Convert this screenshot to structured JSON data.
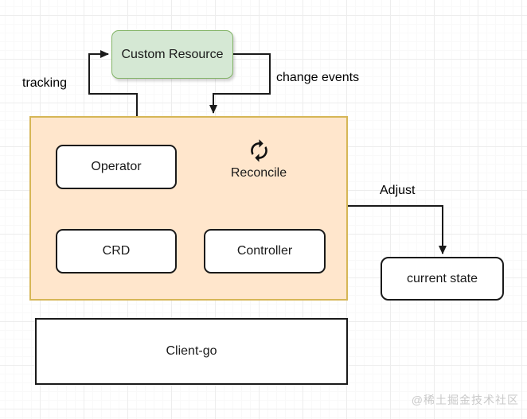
{
  "diagram": {
    "nodes": {
      "custom_resource": {
        "label": "Custom Resource"
      },
      "operator": {
        "label": "Operator"
      },
      "reconcile": {
        "label": "Reconcile",
        "icon": "refresh-icon"
      },
      "crd": {
        "label": "CRD"
      },
      "controller": {
        "label": "Controller"
      },
      "current_state": {
        "label": "current state"
      },
      "client_go": {
        "label": "Client-go"
      }
    },
    "edge_labels": {
      "tracking": "tracking",
      "change_events": "change events",
      "adjust": "Adjust"
    },
    "colors": {
      "custom_resource_fill": "#d5e8d4",
      "custom_resource_border": "#82b366",
      "container_fill": "#ffe6cc",
      "container_border": "#d6b656",
      "node_fill": "#ffffff",
      "node_border": "#1a1a1a",
      "connector": "#1a1a1a",
      "grid_line": "#ededed",
      "watermark_text_color": "#c9c9c9"
    }
  },
  "watermark": "@稀土掘金技术社区"
}
